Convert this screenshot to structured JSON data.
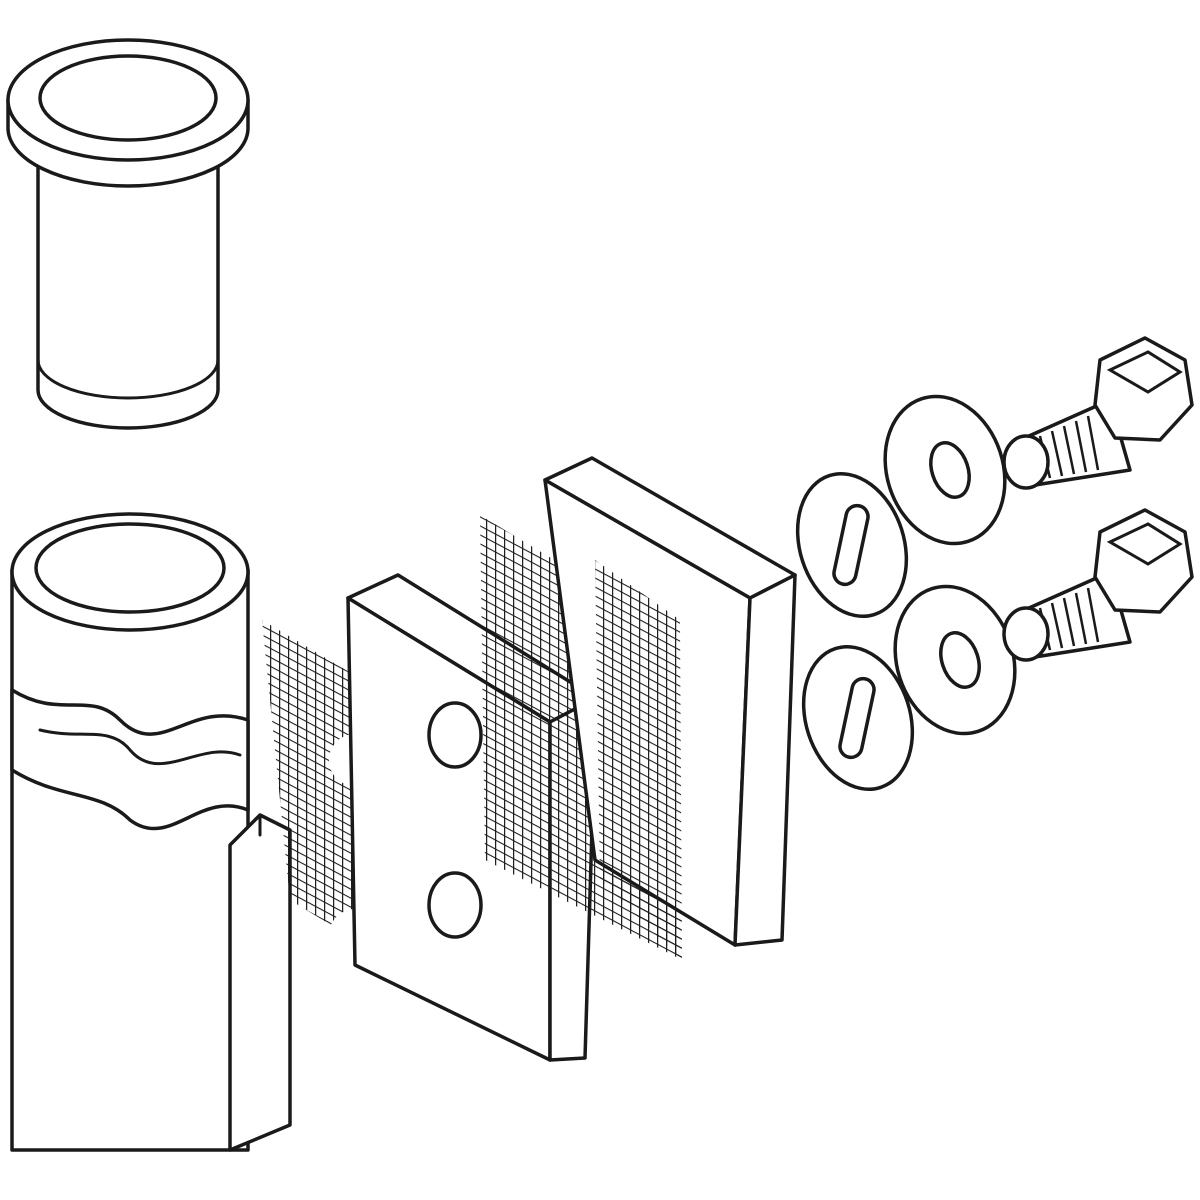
{
  "drawing": {
    "style": "black line art exploded view on white",
    "colors": {
      "line": "#1a1a1a",
      "background": "#ffffff"
    },
    "parts": [
      "bushing",
      "hinge-body",
      "mesh-shim",
      "wedge-plate",
      "slotted-washer",
      "washer",
      "hex-bolt"
    ]
  }
}
